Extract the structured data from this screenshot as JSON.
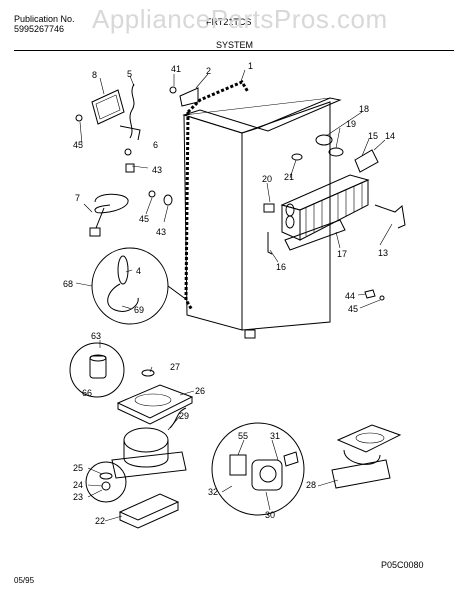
{
  "header": {
    "publication_label": "Publication No.",
    "publication_number": "5995267746",
    "model": "FRT21TCS",
    "watermark": "AppliancePartsPros.com",
    "section": "SYSTEM"
  },
  "footer": {
    "diagram_code": "P05C0080",
    "date": "05/95"
  },
  "callouts": {
    "c1": "1",
    "c2": "2",
    "c4": "4",
    "c5": "5",
    "c6": "6",
    "c7": "7",
    "c8": "8",
    "c13": "13",
    "c14": "14",
    "c15": "15",
    "c16": "16",
    "c17": "17",
    "c18": "18",
    "c19": "19",
    "c20": "20",
    "c21": "21",
    "c22": "22",
    "c23": "23",
    "c24": "24",
    "c25": "25",
    "c26": "26",
    "c27": "27",
    "c28": "28",
    "c29": "29",
    "c30": "30",
    "c31": "31",
    "c32": "32",
    "c41": "41",
    "c43a": "43",
    "c43b": "43",
    "c44": "44",
    "c45a": "45",
    "c45b": "45",
    "c45c": "45",
    "c55": "55",
    "c63": "63",
    "c66": "66",
    "c68": "68",
    "c69": "69"
  },
  "colors": {
    "line": "#000000",
    "watermark": "#d8d8d8",
    "background": "#ffffff"
  }
}
